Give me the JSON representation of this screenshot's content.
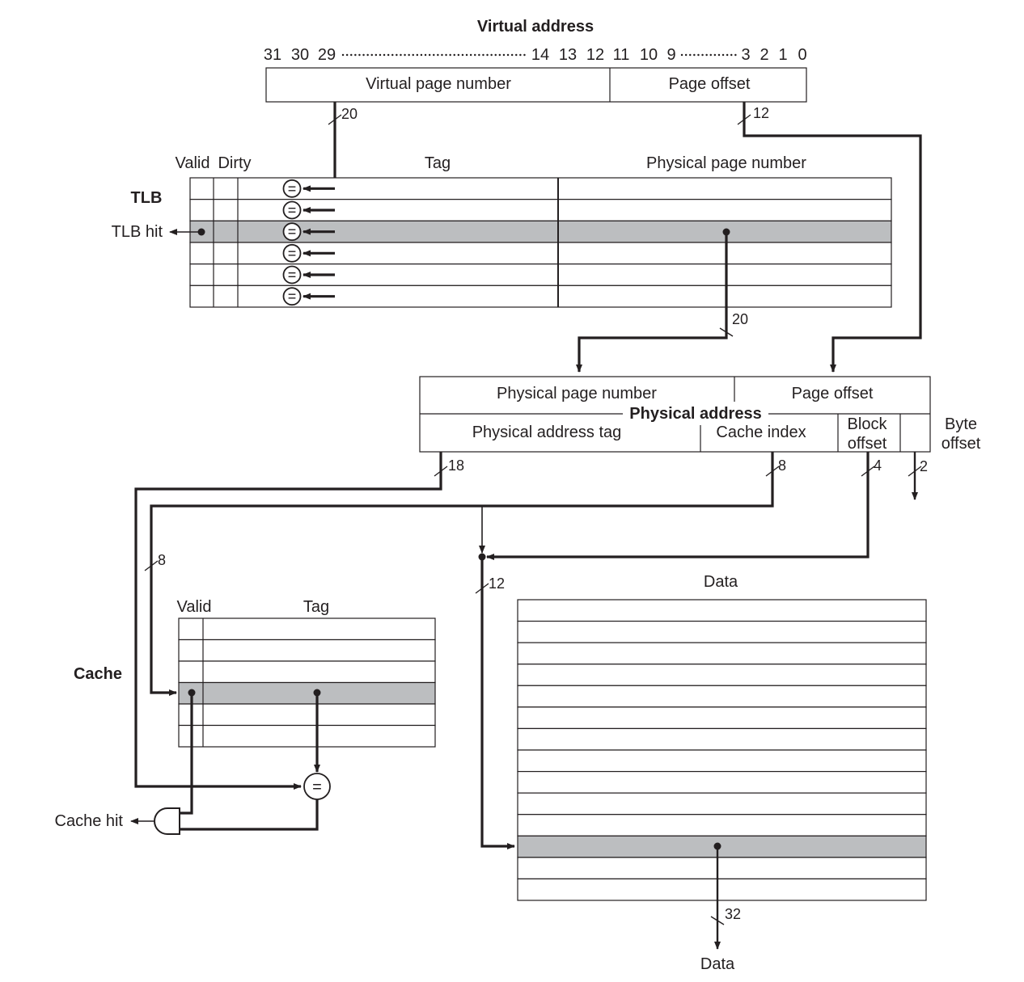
{
  "virtual_address": {
    "title": "Virtual address",
    "bit_labels_left": [
      "31",
      "30",
      "29"
    ],
    "bit_labels_mid": [
      "14",
      "13",
      "12",
      "11",
      "10",
      "9"
    ],
    "bit_labels_right": [
      "3",
      "2",
      "1",
      "0"
    ],
    "fields": [
      {
        "label": "Virtual page number",
        "width_bits": "20"
      },
      {
        "label": "Page offset",
        "width_bits": "12"
      }
    ]
  },
  "tlb": {
    "title": "TLB",
    "hit_label": "TLB hit",
    "headers": {
      "valid": "Valid",
      "dirty": "Dirty",
      "tag": "Tag",
      "ppn": "Physical page number"
    },
    "rows": 6,
    "highlighted_row": 3,
    "comparator_symbol": "=",
    "ppn_out_bits": "20"
  },
  "physical_address": {
    "title": "Physical address",
    "top_fields": [
      "Physical page number",
      "Page offset"
    ],
    "bottom_fields": [
      "Physical address tag",
      "Cache index",
      "Block offset",
      ""
    ],
    "byte_offset_label": [
      "Byte",
      "offset"
    ],
    "bit_widths": {
      "tag": "18",
      "index": "8",
      "block": "4",
      "byte": "2"
    }
  },
  "cache": {
    "title": "Cache",
    "hit_label": "Cache hit",
    "headers": {
      "valid": "Valid",
      "tag": "Tag"
    },
    "rows": 6,
    "highlighted_row": 4,
    "index_bits": "8",
    "comparator_symbol": "="
  },
  "data_array": {
    "title": "Data",
    "rows": 14,
    "highlighted_row": 12,
    "address_bits": "12",
    "output_bits": "32",
    "output_label": "Data"
  }
}
